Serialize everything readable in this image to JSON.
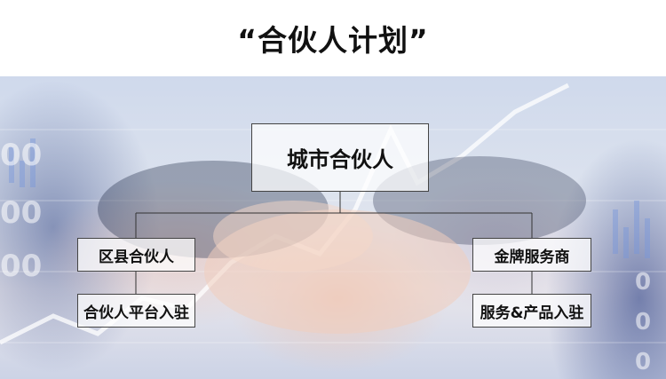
{
  "title": "“合伙人计划”",
  "background": {
    "illustration": "handshake-over-stock-chart",
    "ticks_left": [
      "00",
      "00",
      "00"
    ],
    "ticks_right": [
      "0",
      "0",
      "0"
    ]
  },
  "org_chart": {
    "root": {
      "label": "城市合伙人"
    },
    "branches": [
      {
        "label": "区县合伙人",
        "child": {
          "label": "合伙人平台入驻"
        }
      },
      {
        "label": "金牌服务商",
        "child": {
          "label": "服务&产品入驻"
        }
      }
    ]
  },
  "colors": {
    "title_text": "#111111",
    "box_border": "#444444",
    "box_fill": "#ffffff",
    "connector": "#333333"
  }
}
